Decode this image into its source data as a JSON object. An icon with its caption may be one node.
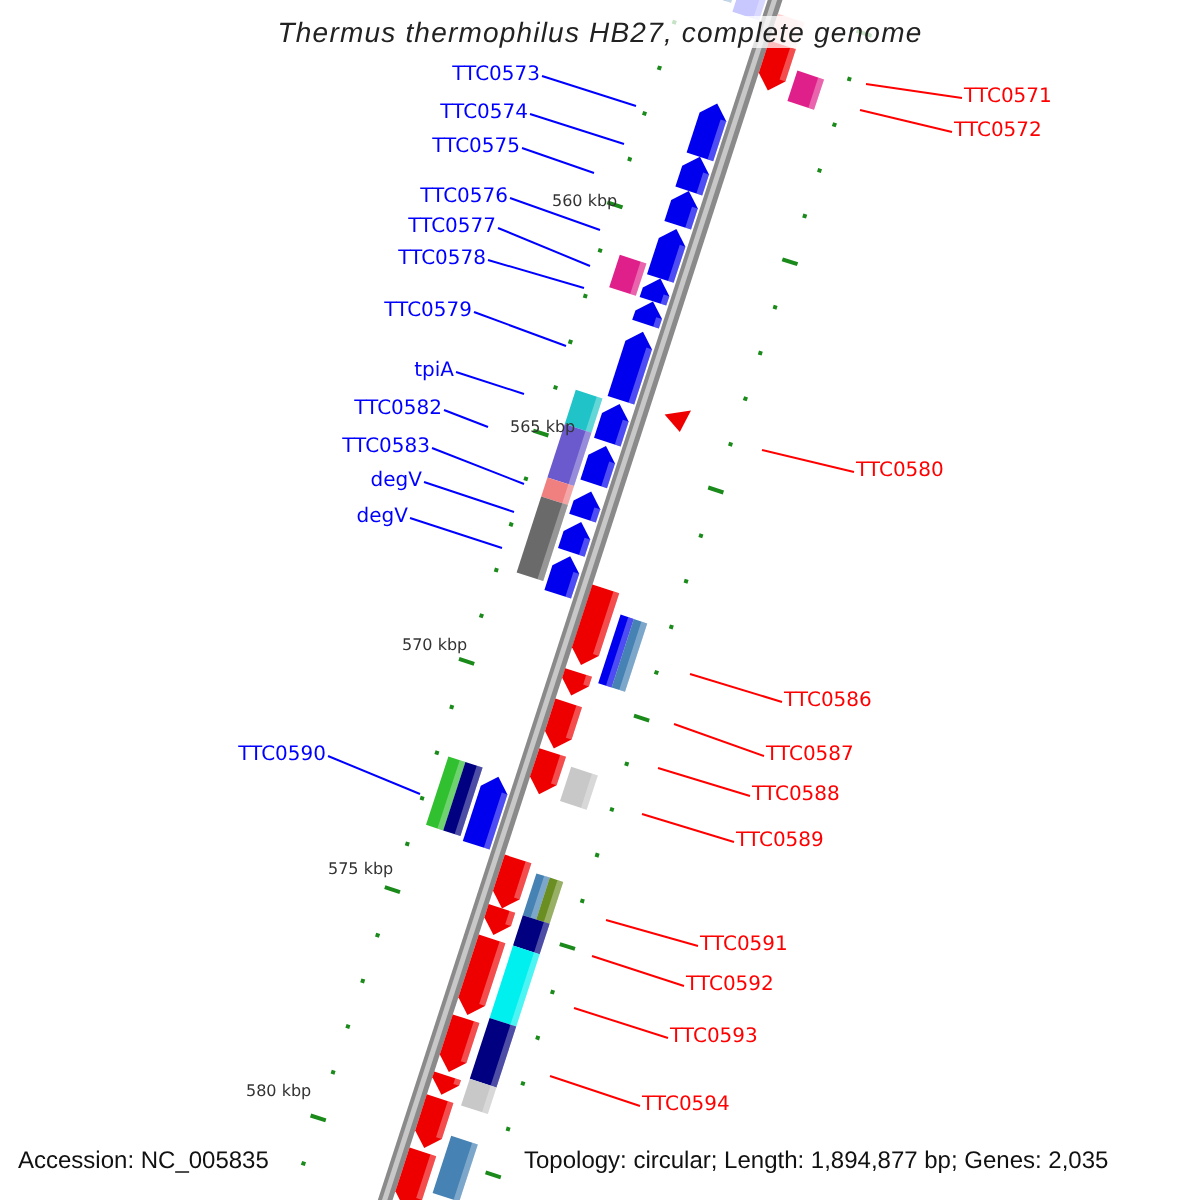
{
  "diagram": {
    "title": "Thermus thermophilus HB27, complete genome",
    "nodes": [
      {
        "text": [
          "TTC0573"
        ]
      },
      {
        "text": [
          "TTC0571"
        ]
      },
      {
        "text": [
          "TTC0574"
        ]
      },
      {
        "text": [
          "TTC0572"
        ]
      },
      {
        "text": [
          "TTC0575"
        ]
      },
      {
        "text": [
          "TTC0576"
        ]
      },
      {
        "text": [
          "TTC0577"
        ]
      },
      {
        "text": [
          "TTC0578"
        ]
      },
      {
        "text": [
          "TTC0579"
        ]
      },
      {
        "text": [
          "tpiA"
        ]
      },
      {
        "text": [
          "TTC0582"
        ]
      },
      {
        "text": [
          "TTC0583"
        ]
      },
      {
        "text": [
          "TTC0580"
        ]
      },
      {
        "text": [
          "degV"
        ]
      },
      {
        "text": [
          "degV"
        ]
      },
      {
        "text": [
          "TTC0586"
        ]
      },
      {
        "text": [
          "TTC0590"
        ]
      },
      {
        "text": [
          "TTC0587"
        ]
      },
      {
        "text": [
          "TTC0588"
        ]
      },
      {
        "text": [
          "TTC0589"
        ]
      },
      {
        "text": [
          "TTC0591"
        ]
      },
      {
        "text": [
          "TTC0592"
        ]
      },
      {
        "text": [
          "TTC0593"
        ]
      },
      {
        "text": [
          "TTC0594"
        ]
      }
    ],
    "edges": [
      {
        "from": 0,
        "to": null,
        "arrow": "none"
      },
      {
        "from": 1,
        "to": null,
        "arrow": "none",
        "color": "#ff0000"
      },
      {
        "from": 2,
        "to": null,
        "arrow": "none"
      },
      {
        "from": 3,
        "to": null,
        "arrow": "none",
        "color": "#ff0000"
      },
      {
        "from": 4,
        "to": null,
        "arrow": "none"
      },
      {
        "from": 5,
        "to": null,
        "arrow": "none"
      },
      {
        "from": 6,
        "to": null,
        "arrow": "none"
      },
      {
        "from": 7,
        "to": null,
        "arrow": "none"
      },
      {
        "from": 8,
        "to": null,
        "arrow": "none"
      },
      {
        "from": 9,
        "to": null,
        "arrow": "none"
      },
      {
        "from": 10,
        "to": null,
        "arrow": "none"
      },
      {
        "from": 11,
        "to": null,
        "arrow": "none"
      },
      {
        "from": 12,
        "to": null,
        "arrow": "none",
        "color": "#ff0000"
      },
      {
        "from": 13,
        "to": null,
        "arrow": "none"
      },
      {
        "from": 14,
        "to": null,
        "arrow": "none"
      },
      {
        "from": 15,
        "to": null,
        "arrow": "none",
        "color": "#ff0000"
      },
      {
        "from": 16,
        "to": null,
        "arrow": "none"
      },
      {
        "from": 17,
        "to": null,
        "arrow": "none",
        "color": "#ff0000"
      },
      {
        "from": 18,
        "to": null,
        "arrow": "none",
        "color": "#ff0000"
      },
      {
        "from": 19,
        "to": null,
        "arrow": "none",
        "color": "#ff0000"
      },
      {
        "from": 20,
        "to": null,
        "arrow": "none",
        "color": "#ff0000"
      },
      {
        "from": 21,
        "to": null,
        "arrow": "none",
        "color": "#ff0000"
      },
      {
        "from": 22,
        "to": null,
        "arrow": "none",
        "color": "#ff0000"
      },
      {
        "from": 23,
        "to": null,
        "arrow": "none",
        "color": "#ff0000"
      }
    ],
    "labels": [
      "560 kbp",
      "565 kbp",
      "570 kbp",
      "575 kbp",
      "580 kbp",
      "Accession: NC_005835",
      "Topology: circular; Length: 1,894,877 bp; Genes: 2,035"
    ]
  }
}
